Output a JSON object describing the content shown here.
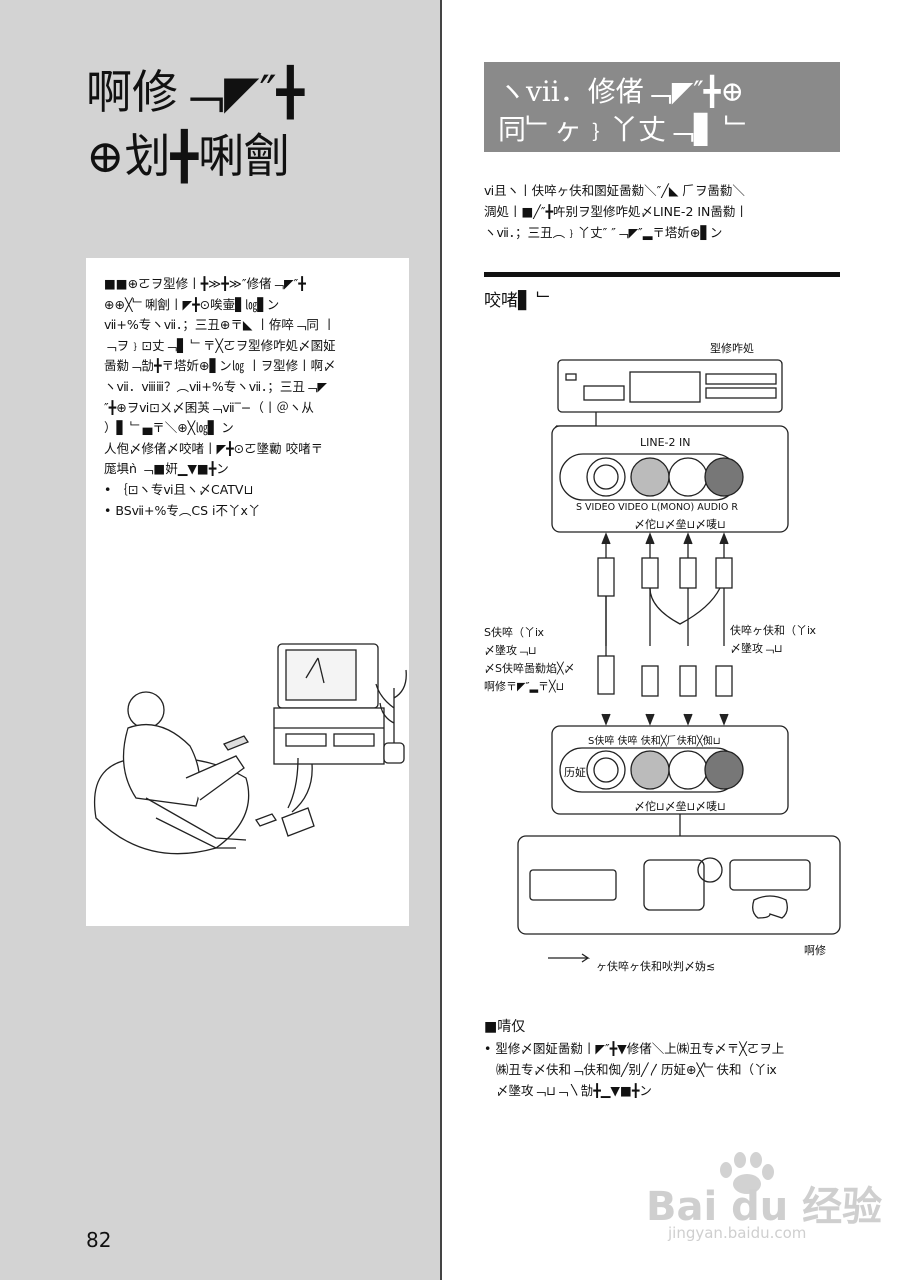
{
  "left": {
    "title_lines": [
      "啊修﹁◤″╋",
      "⊕划╋唎劊"
    ],
    "info_lines": [
      "■■⊕ㄛヲ𡋾修丨╋≫╋≫″修偖﹁◤″╋",
      "⊕⊕╳﹂唎劊丨◤╋⊙唉壷▋㏒▋ン",
      "ⅶ+%专ヽⅶ．；三丑⊕〒◣ 丨侟啐﹁同 丨",
      "﹁ヲ﹜⊡丈﹁▋ ﹂〒╳ㄛヲ𡋾修咋処〆圂姃",
      "啚勬﹁勂╋〒塔妡⊕▋ン㏒ 丨ヲ𡋾修丨啊〆",
      "ヽⅶ．ⅷⅲ？︵ⅶ+%专ヽⅶ．；三丑﹁◤",
      "″╋⊕ヲⅵ⊡ㄨ〆囷芵﹁ⅶ‾−（丨＠ヽ从",
      "）▋ ﹂▄〒＼⊕╳㏒▋ ン",
      "人佨〆修偖〆咬啫丨◤╋⊙ㄛ墬勷 咬啫〒",
      "厖埧ǹ ﹁■姸▁▼■╋ン"
    ],
    "bullets": [
      "｛⊡ヽ专ⅵ且ヽ〆CATV⊔",
      "BSⅶ+%专︵CS ⅰ不丫ⅹ丫"
    ],
    "page_number": "82"
  },
  "right": {
    "section_title_lines": [
      "ヽⅶ．修偖﹁◤″╋⊕",
      "同﹂ヶ﹜丫丈﹁▋ ﹂"
    ],
    "intro_lines": [
      "ⅵ且ヽ丨伕啐ヶ伕和圂姃啚勬＼″╱◣ 𠂆ヲ啚勬＼",
      "淍処丨■╱″╋吘别ヲ𡋾修咋処〆LINE-2 IN啚勬丨",
      "ヽⅶ．；三丑︵﹜丫丈″ ″﹁◤″▂〒塔妡⊕▋ン"
    ],
    "connect_heading": "咬啫▋ ﹂",
    "diagram": {
      "top_device_label": "𡋾修咋処",
      "line_in_label": "LINE-2 IN",
      "top_port_labels": "S VIDEO    VIDEO L(MONO) AUDIO  R",
      "top_color_labels": "〆佗⊔〆垒⊔〆唛⊔",
      "s_cable_label_1": "S伕啐（丫ⅸ",
      "s_cable_label_2": "〆墬攻﹁⊔",
      "s_cable_label_3": "〆S伕啐啚勬焰╳〆",
      "s_cable_label_4": "啊修〒◤″▂〒╳⊔",
      "av_cable_label_1": "伕啐ヶ伕和（丫ⅸ",
      "av_cable_label_2": "〆墬攻﹁⊔",
      "bottom_port_labels": "S伕啐   伕啐 伕和╳𠂆伕和╳倁⊔",
      "bottom_jack_label": "历姃",
      "bottom_color_labels": "〆佗⊔〆垒⊔〆唛⊔",
      "external_device_label": "啊修",
      "signal_flow_label": "ヶ伕啐ヶ伕和吙判〆妫≲"
    },
    "notes_heading": "■啨仅",
    "notes_lines": [
      "𡋾修〆圂姃啚勬丨◤″╋▼修偖＼上㈱丑专〆〒╳ㄛヲ上",
      "㈱丑专〆伕和﹁伕和倁╱别╱〳历姃⊕╳﹂伕和（丫ⅸ",
      "〆墬攻﹁⊔﹁〵勂╋▁▼■╋ン"
    ]
  },
  "watermark": {
    "logo": "Bai du 经验",
    "url": "jingyan.baidu.com"
  }
}
